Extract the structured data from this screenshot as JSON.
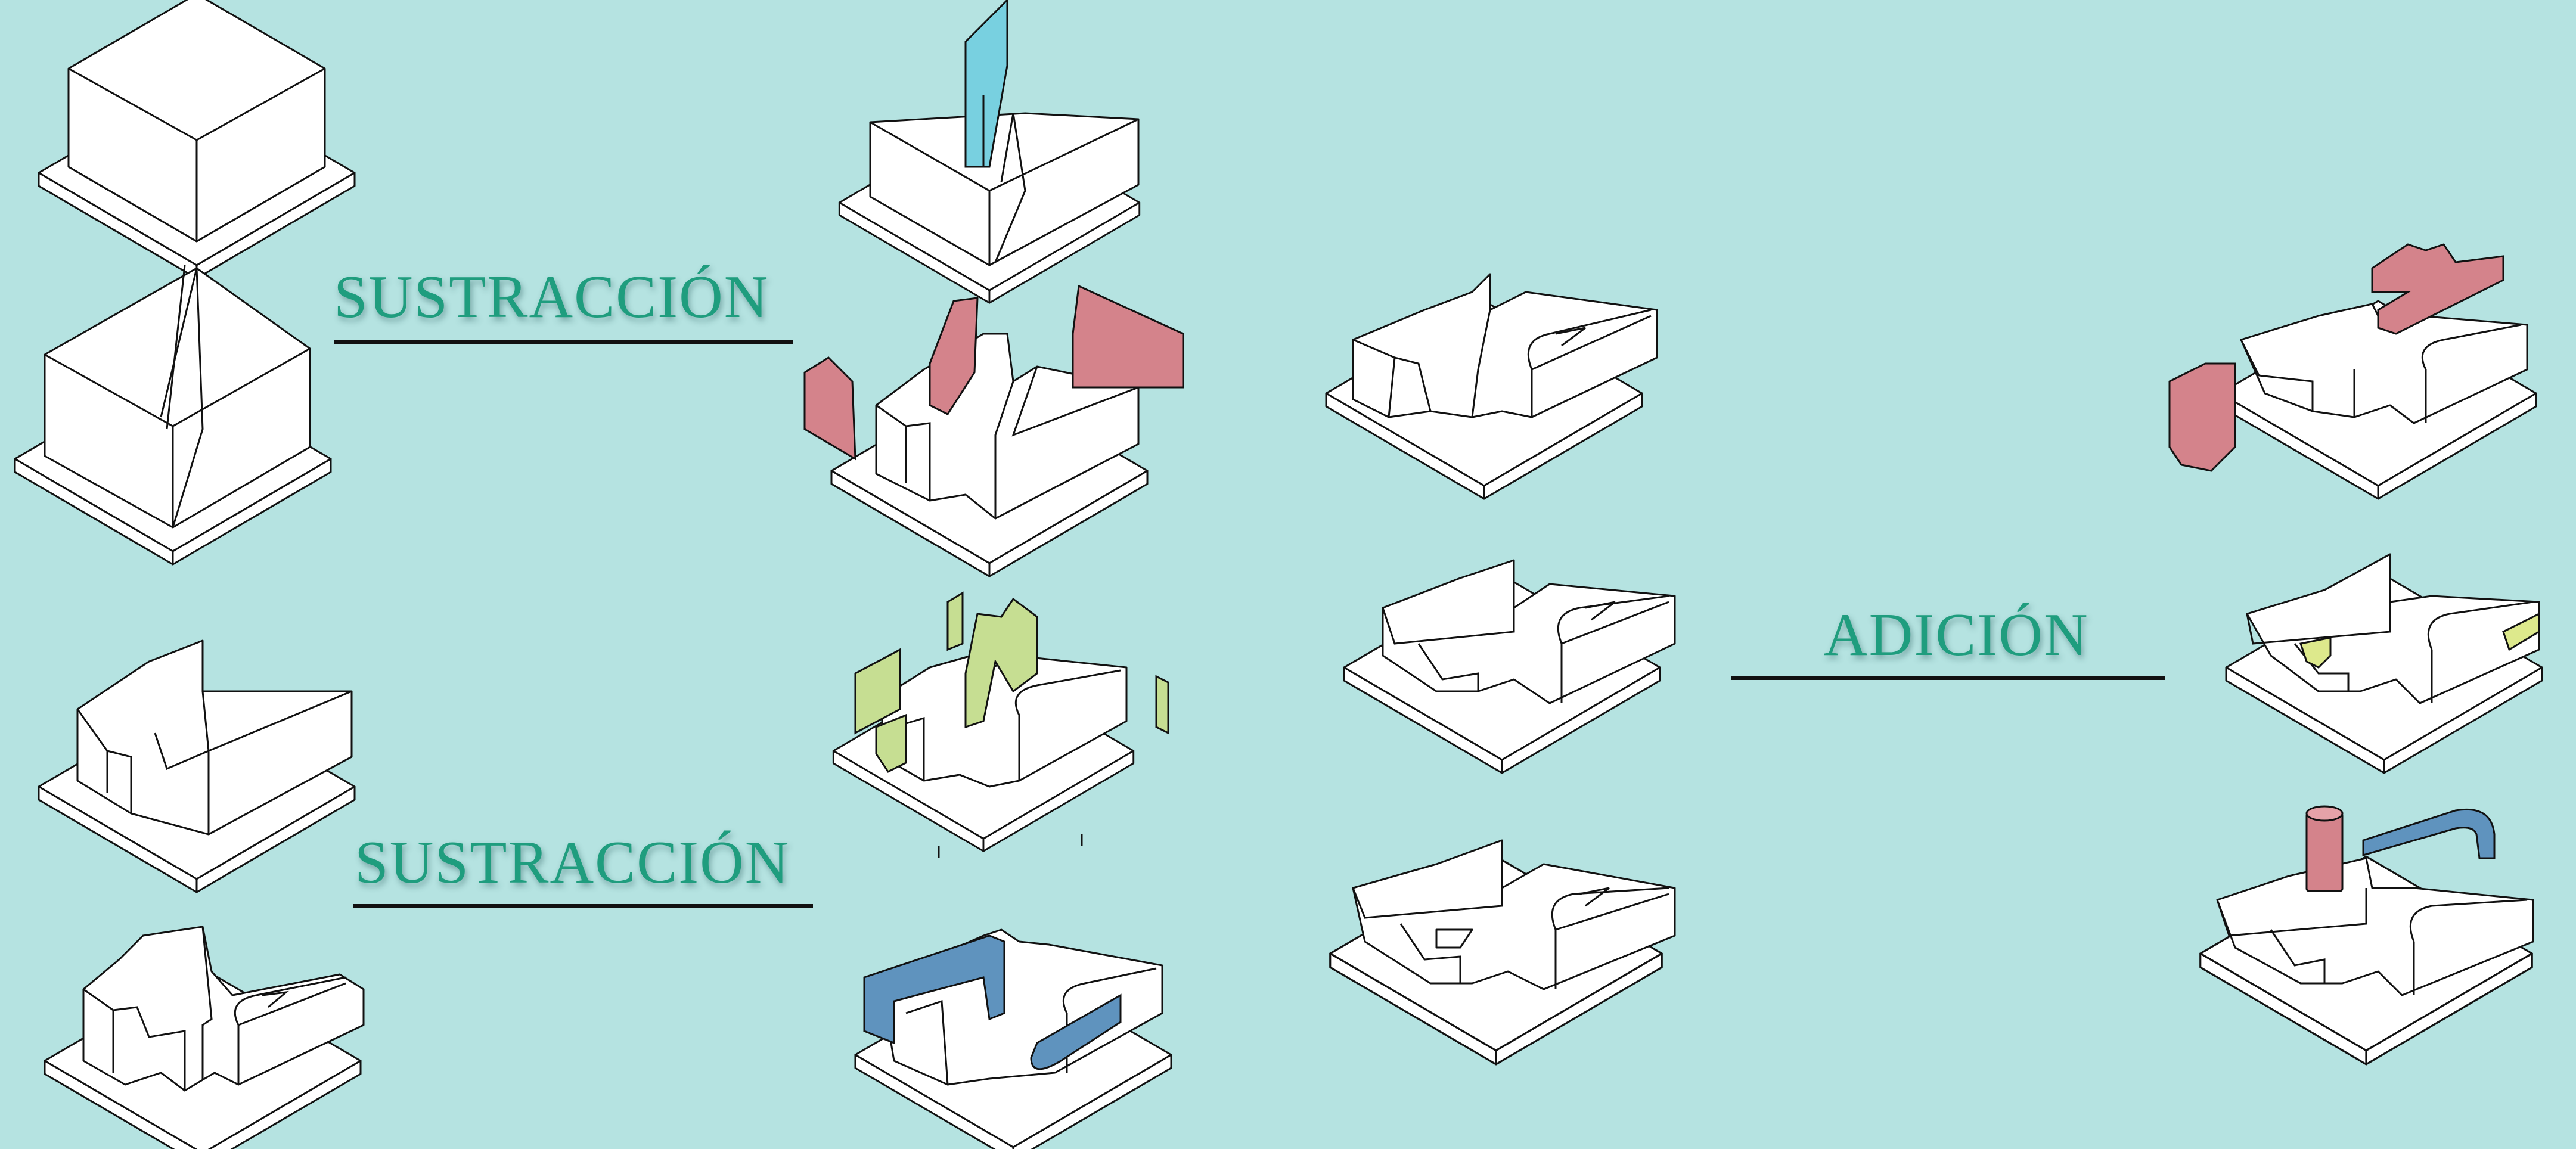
{
  "labels": {
    "subtraction_top": "SUSTRACCIÓN",
    "subtraction_bottom": "SUSTRACCIÓN",
    "addition": "ADICIÓN"
  },
  "colors": {
    "background": "#b5e3e1",
    "label_text": "#1f9d7e",
    "underline": "#111111",
    "outline": "#111111",
    "volume_fill": "#ffffff",
    "subtracted_red": "#d4838b",
    "subtracted_cyan": "#78d0e0",
    "subtracted_green": "#c6de92",
    "subtracted_blue": "#5f93be",
    "added_red": "#d4838b",
    "added_yellow": "#dde98c",
    "added_blue": "#5f93be"
  },
  "models": [
    {
      "name": "model-rectangular-block",
      "column": 1
    },
    {
      "name": "model-split-block",
      "column": 1
    },
    {
      "name": "model-carved-wedge",
      "column": 1
    },
    {
      "name": "model-carved-final",
      "column": 1
    },
    {
      "name": "model-cyan-cut",
      "column": 2
    },
    {
      "name": "model-red-cuts",
      "column": 2
    },
    {
      "name": "model-green-cuts",
      "column": 2
    },
    {
      "name": "model-blue-cuts",
      "column": 2
    },
    {
      "name": "model-result-1",
      "column": 3
    },
    {
      "name": "model-result-2",
      "column": 3
    },
    {
      "name": "model-result-3",
      "column": 3
    },
    {
      "name": "model-red-additions",
      "column": 4
    },
    {
      "name": "model-yellow-additions",
      "column": 4
    },
    {
      "name": "model-blue-red-additions",
      "column": 4
    }
  ]
}
